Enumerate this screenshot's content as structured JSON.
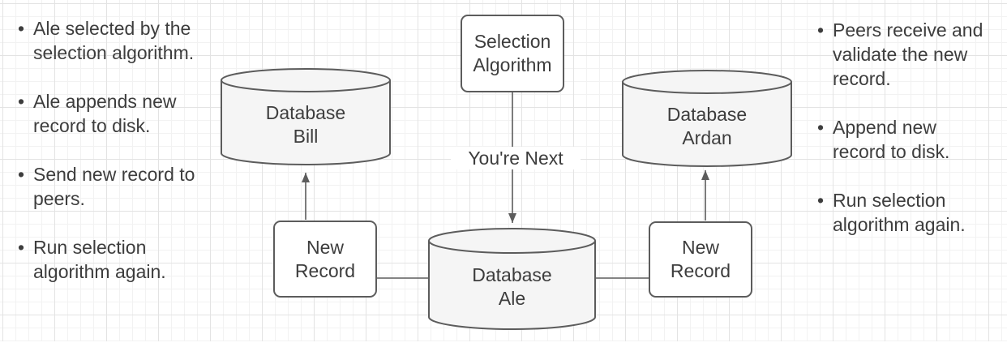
{
  "theme": {
    "background": "#ffffff",
    "grid_minor": "#f2f2f2",
    "grid_major": "#e3e3e3",
    "stroke": "#5c5c5c",
    "text": "#3d3d3d",
    "cylinder_fill": "#f5f5f5",
    "box_fill": "#ffffff"
  },
  "notes": {
    "bullet": "•",
    "left": [
      {
        "lines": [
          "Ale selected by the",
          "selection algorithm."
        ]
      },
      {
        "lines": [
          "Ale appends new",
          "record to disk."
        ]
      },
      {
        "lines": [
          "Send new record to",
          "peers."
        ]
      },
      {
        "lines": [
          "Run selection",
          "algorithm again."
        ]
      }
    ],
    "right": [
      {
        "lines": [
          "Peers receive and",
          "validate the new",
          "record."
        ]
      },
      {
        "lines": [
          "Append new",
          "record to disk."
        ]
      },
      {
        "lines": [
          "Run selection",
          "algorithm again."
        ]
      }
    ]
  },
  "nodes": {
    "selection_algorithm": {
      "label": "Selection Algorithm"
    },
    "database_bill": {
      "line1": "Database",
      "line2": "Bill"
    },
    "database_ale": {
      "line1": "Database",
      "line2": "Ale"
    },
    "database_ardan": {
      "line1": "Database",
      "line2": "Ardan"
    },
    "new_record_left": {
      "line1": "New",
      "line2": "Record"
    },
    "new_record_right": {
      "line1": "New",
      "line2": "Record"
    }
  },
  "edges": {
    "youre_next_label": "You're Next"
  }
}
